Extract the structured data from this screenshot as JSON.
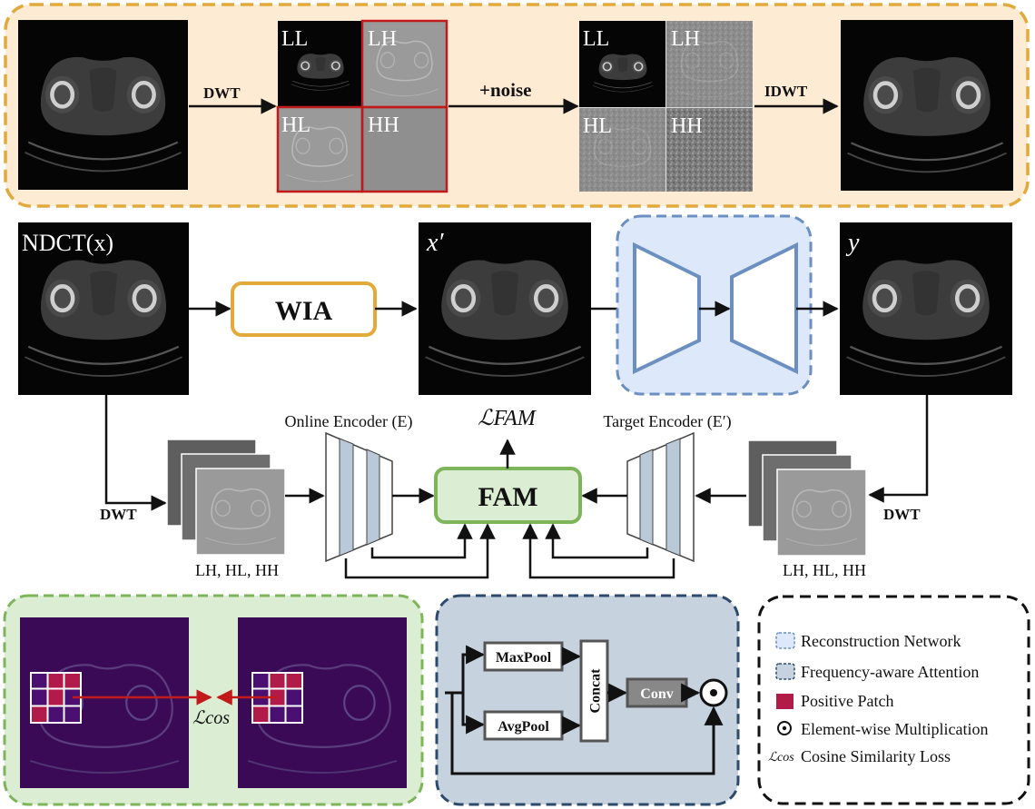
{
  "colors": {
    "wia_panel_bg": "#fdebd4",
    "wia_panel_border": "#e2a93b",
    "recon_bg": "#dde8fa",
    "recon_border": "#6b8fc0",
    "fam_bg": "#dbedd2",
    "fam_border": "#7fb55a",
    "attn_bg": "#c6d2de",
    "attn_border": "#2e4a6b",
    "positive_patch": "#b11b4a",
    "wavelet_highlight": "#c01a1a",
    "cos_arrow": "#c01a1a"
  },
  "wia_panel": {
    "dwt_label": "DWT",
    "noise_label": "+noise",
    "idwt_label": "IDWT",
    "subbands": [
      "LL",
      "LH",
      "HL",
      "HH"
    ]
  },
  "pipeline": {
    "input_label": "NDCT(x)",
    "intermediate_label": "x′",
    "output_label": "y",
    "wia_label": "WIA",
    "fam_label": "FAM",
    "loss_label": "ℒFAM",
    "online_encoder_label": "Online Encoder (E)",
    "target_encoder_label": "Target Encoder (E′)",
    "dwt_left_label": "DWT",
    "dwt_right_label": "DWT",
    "subbands_left_label": "LH, HL, HH",
    "subbands_right_label": "LH, HL, HH"
  },
  "cos_panel": {
    "loss_label": "ℒcos"
  },
  "attention_panel": {
    "maxpool_label": "MaxPool",
    "avgpool_label": "AvgPool",
    "concat_label": "Concat",
    "conv_label": "Conv"
  },
  "legend": {
    "items": [
      {
        "icon": "recon-swatch",
        "label": "Reconstruction Network"
      },
      {
        "icon": "attention-swatch",
        "label": "Frequency-aware Attention"
      },
      {
        "icon": "positive-patch-swatch",
        "label": "Positive Patch"
      },
      {
        "icon": "elementwise-mult-icon",
        "label": "Element-wise Multiplication"
      },
      {
        "icon": "cos-symbol",
        "label": "Cosine Similarity Loss"
      }
    ]
  }
}
